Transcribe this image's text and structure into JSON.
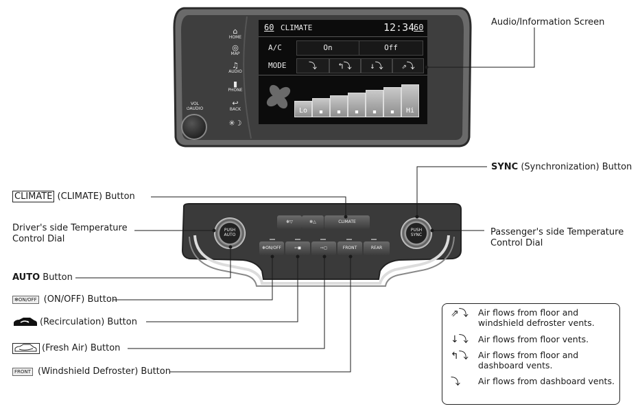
{
  "head_unit": {
    "top_bar": {
      "left_temp": "60",
      "title": "CLIMATE",
      "time": "12:34",
      "right_temp": "60"
    },
    "ac_row": {
      "label": "A/C",
      "options": [
        "On",
        "Off"
      ]
    },
    "mode_row": {
      "label": "MODE",
      "icons": [
        "air-dashboard-icon",
        "air-floor-dashboard-icon",
        "air-floor-icon",
        "air-floor-defrost-icon"
      ]
    },
    "fan_levels": [
      "Lo",
      "■",
      "■",
      "■",
      "■",
      "■",
      "Hi"
    ],
    "side_buttons": [
      {
        "icon": "home-icon",
        "glyph": "⌂",
        "label": "HOME"
      },
      {
        "icon": "map-icon",
        "glyph": "◎",
        "label": "MAP"
      },
      {
        "icon": "audio-icon",
        "glyph": "♫",
        "label": "AUDIO"
      },
      {
        "icon": "phone-icon",
        "glyph": "▮",
        "label": "PHONE"
      },
      {
        "icon": "back-icon",
        "glyph": "↩",
        "label": "BACK"
      },
      {
        "icon": "brightness-icon",
        "glyph": "✳☽",
        "label": ""
      }
    ],
    "vol_label": "VOL",
    "audio_label": "⏻AUDIO"
  },
  "panel": {
    "top_buttons": [
      {
        "icon": "fan-down-icon",
        "text": "✻▽"
      },
      {
        "icon": "fan-up-icon",
        "text": "✻△"
      },
      {
        "icon": "climate-button",
        "text": "CLIMATE"
      }
    ],
    "bottom_buttons": [
      {
        "icon": "on-off-icon",
        "text": "✻ON/OFF"
      },
      {
        "icon": "recirculation-icon",
        "text": "⇦◼"
      },
      {
        "icon": "fresh-air-icon",
        "text": "⇨◻"
      },
      {
        "icon": "front-defrost-icon",
        "text": "FRONT"
      },
      {
        "icon": "rear-defrost-icon",
        "text": "REAR"
      }
    ],
    "left_dial": {
      "top": "PUSH",
      "bottom": "AUTO"
    },
    "right_dial": {
      "top": "PUSH",
      "bottom": "SYNC"
    }
  },
  "labels": {
    "audio_screen": "Audio/Information Screen",
    "sync_bold": "SYNC",
    "sync_rest": " (Synchronization) Button",
    "climate_box": "CLIMATE",
    "climate_rest": " (CLIMATE) Button",
    "driver_line1": "Driver's side Temperature",
    "driver_line2": "Control Dial",
    "passenger_line1": "Passenger's side Temperature",
    "passenger_line2": "Control Dial",
    "auto_bold": "AUTO",
    "auto_rest": " Button",
    "onoff_icon": "✻ON/OFF",
    "onoff_rest": " (ON/OFF) Button",
    "recirc_rest": " (Recirculation) Button",
    "fresh_rest": " (Fresh Air) Button",
    "defrost_icon": "FRONT",
    "defrost_rest": " (Windshield Defroster) Button"
  },
  "legend": [
    {
      "icon": "floor-defrost-icon",
      "glyph": "⇗⤵",
      "text": "Air flows from floor and windshield defroster vents."
    },
    {
      "icon": "floor-icon",
      "glyph": "↓⤵",
      "text": "Air flows from floor vents."
    },
    {
      "icon": "floor-dashboard-icon",
      "glyph": "↰⤵",
      "text": "Air flows from floor and dashboard vents."
    },
    {
      "icon": "dashboard-icon",
      "glyph": "⤵",
      "text": "Air flows from dashboard vents."
    }
  ]
}
